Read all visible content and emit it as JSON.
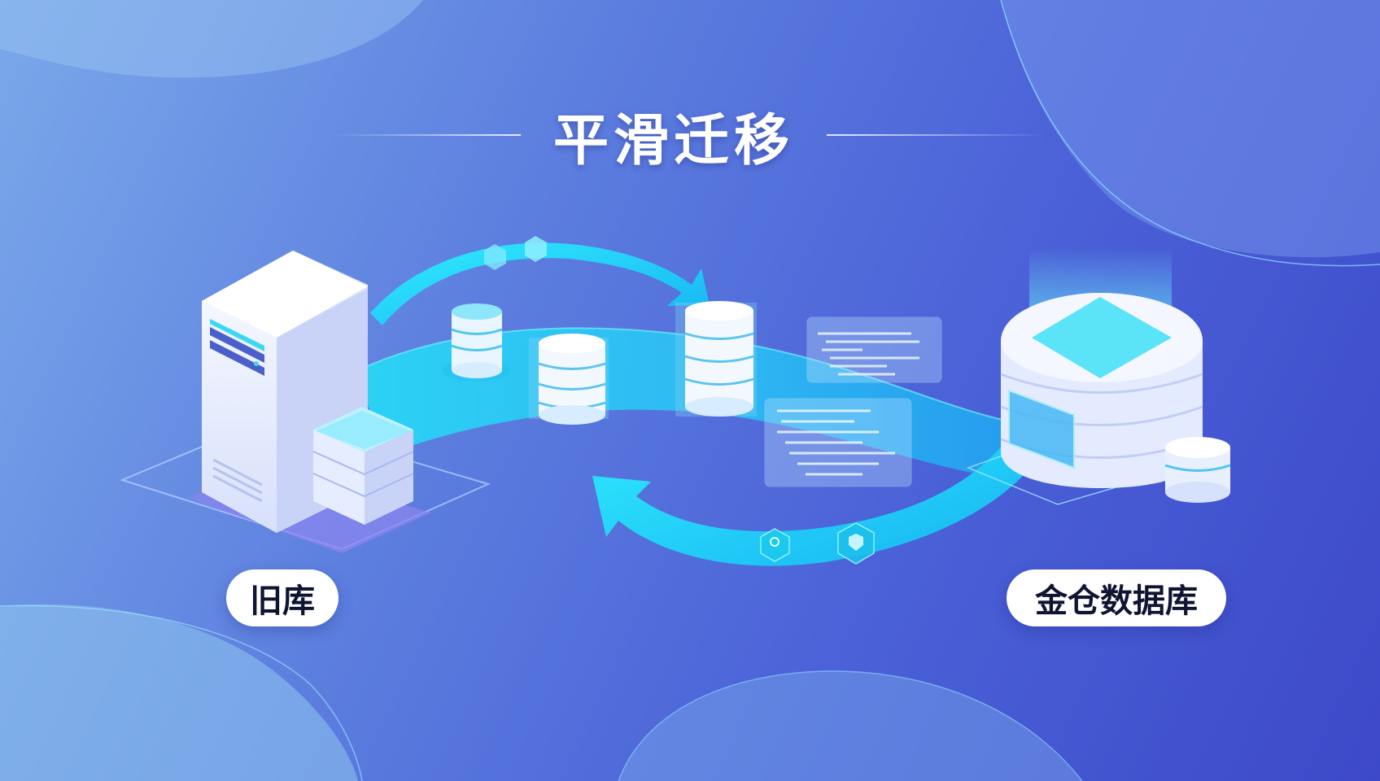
{
  "title": "平滑迁移",
  "source_label": "旧库",
  "target_label": "金仓数据库",
  "colors": {
    "bg_light": "#7aa8ea",
    "bg_dark": "#3d49c9",
    "flow_cyan": "#22d3f5",
    "flow_blue": "#38b6f5",
    "server_white": "#eef2ff"
  },
  "icons": [
    "server-icon",
    "database-icon",
    "arrow-icon",
    "code-panel-icon",
    "cube-icon",
    "lock-icon",
    "shield-icon"
  ]
}
